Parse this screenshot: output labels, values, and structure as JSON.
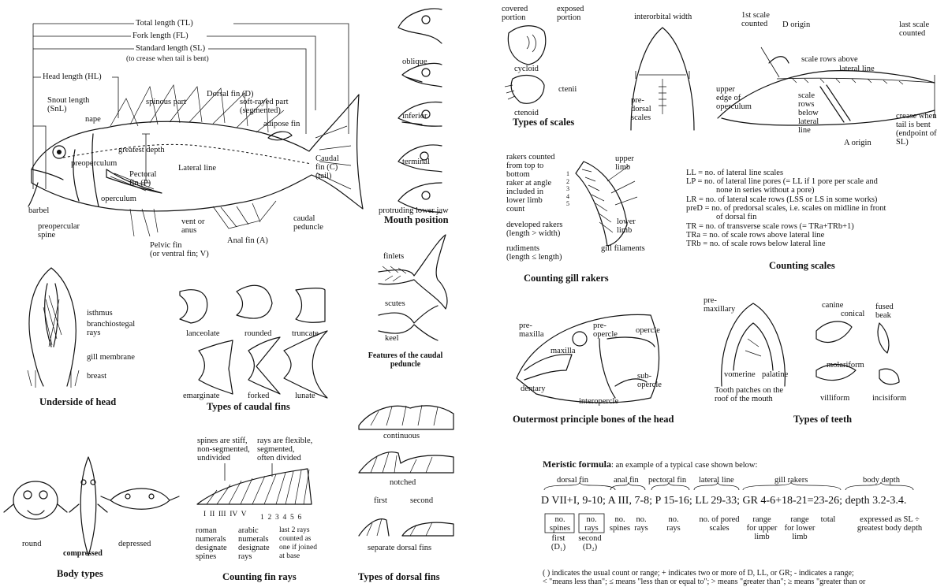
{
  "fish_anatomy": {
    "total_length": "Total length (TL)",
    "fork_length": "Fork length (FL)",
    "standard_length": "Standard length (SL)",
    "standard_note": "(to crease when tail is bent)",
    "head_length": "Head length (HL)",
    "snout_length": "Snout length\n(SnL)",
    "nape": "nape",
    "spinous_part": "spinous part",
    "dorsal_fin": "Dorsal fin (D)",
    "soft_rayed": "soft-rayed part\n(segmented)",
    "adipose": "adipose fin",
    "preoperculum": "preoperculum",
    "greatest_depth": "greatest depth",
    "pectoral": "Pectoral\nfin (P)",
    "lateral_line": "Lateral line",
    "caudal_fin": "Caudal\nfin (C)\n(tail)",
    "operculum": "operculum",
    "barbel": "barbel",
    "preopercular_spine": "preopercular\nspine",
    "vent": "vent or\nanus",
    "caudal_peduncle": "caudal\npeduncle",
    "anal_fin": "Anal fin (A)",
    "pelvic_fin": "Pelvic fin\n(or ventral fin; V)"
  },
  "mouth": {
    "oblique": "oblique",
    "inferior": "inferior",
    "terminal": "terminal",
    "protruding": "protruding lower jaw",
    "title": "Mouth position"
  },
  "peduncle": {
    "finlets": "finlets",
    "scutes": "scutes",
    "keel": "keel",
    "title": "Features of the caudal\npeduncle"
  },
  "head_underside": {
    "isthmus": "isthmus",
    "branchiostegal": "branchiostegal\nrays",
    "gill_membrane": "gill membrane",
    "breast": "breast",
    "title": "Underside of head"
  },
  "caudal_types": {
    "lanceolate": "lanceolate",
    "rounded": "rounded",
    "truncate": "truncate",
    "emarginate": "emarginate",
    "forked": "forked",
    "lunate": "lunate",
    "title": "Types of caudal fins"
  },
  "body_types": {
    "round": "round",
    "compressed": "compressed",
    "depressed": "depressed",
    "title": "Body types"
  },
  "fin_rays": {
    "spines_note": "spines are stiff,\nnon-segmented,\nundivided",
    "rays_note": "rays are flexible,\nsegmented,\noften divided",
    "roman": "I  II  III  IV  V",
    "arabic": "1  2  3  4  5  6",
    "roman_note": "roman\nnumerals\ndesignate\nspines",
    "arabic_note": "arabic\nnumerals\ndesignate\nrays",
    "last_rays_note": "last 2 rays\ncounted as\none if joined\nat base",
    "title": "Counting fin rays"
  },
  "dorsal_types": {
    "continuous": "continuous",
    "notched": "notched",
    "first": "first",
    "second": "second",
    "separate": "separate dorsal fins",
    "title": "Types of dorsal fins"
  },
  "scales": {
    "covered": "covered\nportion",
    "exposed": "exposed\nportion",
    "cycloid": "cycloid",
    "ctenii": "ctenii",
    "ctenoid": "ctenoid",
    "title": "Types of scales",
    "interorbital": "interorbital width",
    "predorsal": "pre-\ndorsal\nscales"
  },
  "scale_count": {
    "first_scale": "1st scale\ncounted",
    "d_origin": "D origin",
    "last_scale": "last scale\ncounted",
    "rows_above": "scale rows above",
    "lateral_line": "lateral line",
    "upper_edge": "upper\nedge of\noperculum",
    "rows_below": "scale\nrows\nbelow\nlateral\nline",
    "a_origin": "A origin",
    "crease": "crease when\ntail is bent\n(endpoint of\nSL)"
  },
  "definitions": [
    "LL = no. of lateral line scales",
    "LP = no. of lateral line pores (= LL if 1 pore per scale and",
    "none in series without a pore)",
    "LR = no. of lateral scale rows (LSS or LS in some works)",
    "preD = no. of predorsal scales, i.e. scales on midline in front",
    "of dorsal fin",
    "TR = no. of transverse scale rows (= TRa+TRb+1)",
    "TRa = no. of scale rows above lateral line",
    "TRb = no. of scale rows below lateral line"
  ],
  "counting_scales_title": "Counting scales",
  "gill_rakers": {
    "note": "rakers counted\nfrom top to\nbottom\nraker at angle\nincluded in\nlower limb\ncount",
    "upper_limb": "upper\nlimb",
    "developed": "developed rakers\n(length > width)",
    "rudiments": "rudiments\n(length ≤ length)",
    "lower_limb": "lower\nlimb",
    "filaments": "gill filaments",
    "nums": "1\n2\n3\n4\n5",
    "title": "Counting gill rakers"
  },
  "head_bones": {
    "premaxilla": "pre-\nmaxilla",
    "preopercle": "pre-\nopercle",
    "opercle": "opercle",
    "maxilla": "maxilla",
    "dentary": "dentary",
    "subopercle": "sub-\nopercle",
    "interopercle": "interopercle",
    "title": "Outermost principle bones of the head"
  },
  "teeth": {
    "premaxillary": "pre-\nmaxillary",
    "vomerine": "vomerine",
    "palatine": "palatine",
    "patches": "Tooth patches on the\nroof of the mouth",
    "canine": "canine",
    "conical": "conical",
    "fused": "fused\nbeak",
    "molariform": "molariform",
    "villiform": "villiform",
    "incisiform": "incisiform",
    "title": "Types of teeth"
  },
  "meristic": {
    "heading": "Meristic formula",
    "heading_rest": ": an example of a typical case shown below:",
    "col_dorsal": "dorsal fin",
    "col_anal": "anal fin",
    "col_pectoral": "pectoral fin",
    "col_lateral": "lateral line",
    "col_gill": "gill rakers",
    "col_depth": "body depth",
    "formula": "D VII+I, 9-10; A III, 7-8; P 15-16; LL 29-33; GR 4-6+18-21=23-26; depth 3.2-3.4.",
    "no_spines": "no.\nspines",
    "no_rays": "no.\nrays",
    "a_spines": "no.\nspines",
    "a_rays": "no.\nrays",
    "p_rays": "no.\nrays",
    "pored": "no. of pored\nscales",
    "range_upper": "range\nfor upper\nlimb",
    "range_lower": "range\nfor lower\nlimb",
    "total": "total",
    "expressed": "expressed as SL ÷\ngreatest body depth",
    "first": "first\n(D₁)",
    "second": "second\n(D₂)",
    "note1": "( ) indicates the usual count or range;  + indicates two or more of D, LL, or GR;  - indicates a range;",
    "note2": "< \"means less than\";  ≤ means \"less than or equal to\";  > means \"greater than\";  ≥ means \"greater than or"
  }
}
